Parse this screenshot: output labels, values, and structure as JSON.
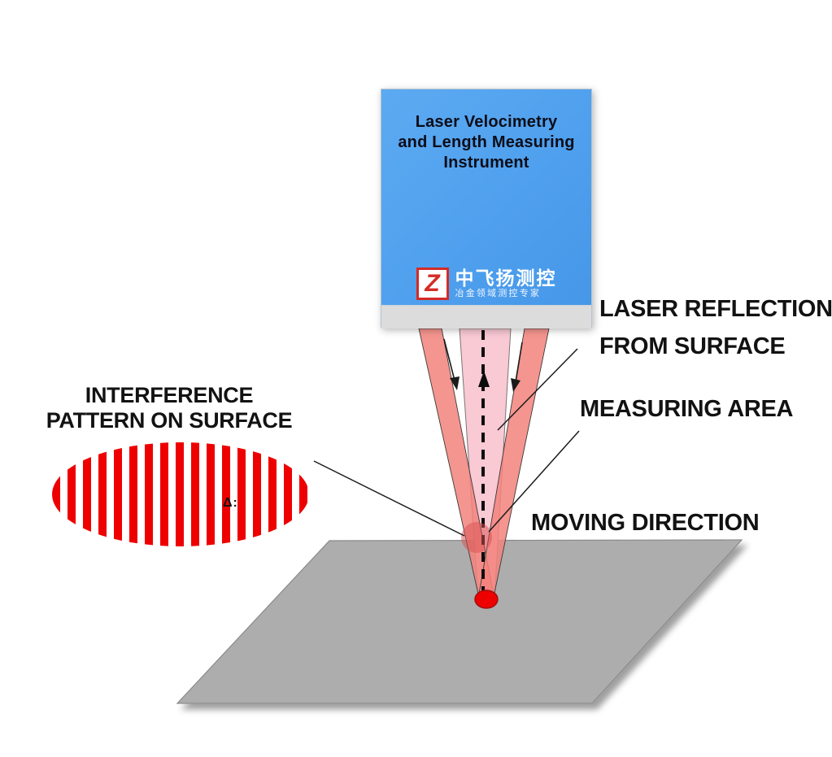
{
  "device": {
    "title_lines": [
      "Laser Velocimetry",
      "and Length Measuring",
      "Instrument"
    ],
    "logo": {
      "glyph": "Z",
      "brand": "中飞扬测控",
      "tagline": "冶金领域测控专家"
    }
  },
  "labels": {
    "laser_reflection_line1": "LASER REFLECTION",
    "laser_reflection_line2": "FROM SURFACE",
    "measuring_area": "MEASURING AREA",
    "moving_direction": "MOVING DIRECTION",
    "interference_line1": "INTERFERENCE",
    "interference_line2": "PATTERN ON SURFACE",
    "delta_mark": "Δ:"
  },
  "colors": {
    "instrument_blue": "#4FA0EE",
    "panel_gray": "#DCDCDC",
    "beam_salmon": "#F3837B",
    "beam_pink": "#F9C9D4",
    "laser_red": "#EE0000",
    "laser_spot_stroke": "#A01010",
    "measuring_blob": "#D85050",
    "surface_gray": "#ADADAD",
    "surface_stroke": "#8A8A8A",
    "line_black": "#1B1B1B",
    "logo_red": "#D42B26"
  }
}
